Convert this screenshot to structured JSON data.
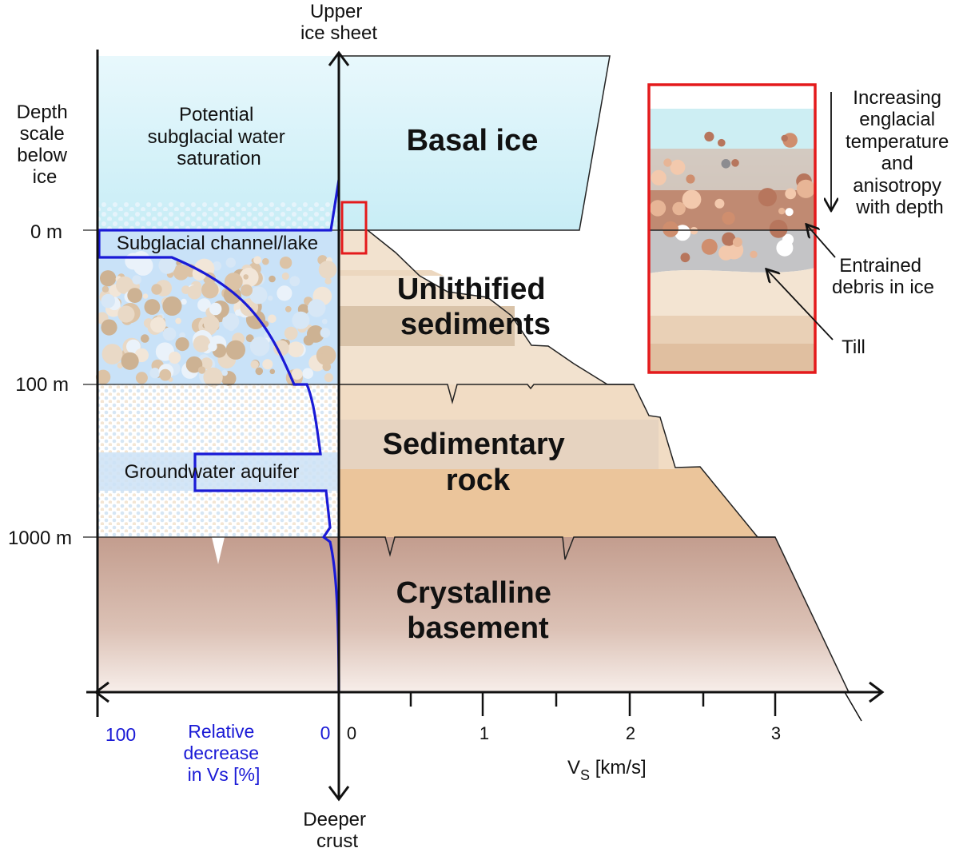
{
  "axis_vertical": {
    "top_label": [
      "Upper",
      "ice sheet"
    ],
    "bottom_label": [
      "Deeper",
      "crust"
    ]
  },
  "depth_scale": {
    "title": [
      "Depth",
      "scale",
      "below",
      "ice"
    ],
    "ticks": [
      "0 m",
      "100 m",
      "1000 m"
    ]
  },
  "left_panel": {
    "water_saturation": [
      "Potential",
      "subglacial water",
      "saturation"
    ],
    "channel": "Subglacial channel/lake",
    "aquifer": "Groundwater aquifer",
    "axis_left_value": "100",
    "axis_right_value": "0",
    "axis_label": [
      "Relative",
      "decrease",
      "in Vs [%]"
    ]
  },
  "layers": {
    "basal_ice": [
      "Basal ice"
    ],
    "unlithified": [
      "Unlithified",
      "sediments"
    ],
    "sedimentary": [
      "Sedimentary",
      "rock"
    ],
    "crystalline": [
      "Crystalline",
      "basement"
    ]
  },
  "vs_axis": {
    "ticks": [
      "0",
      "1",
      "2",
      "3"
    ],
    "label_main": "V",
    "label_sub": "S",
    "label_unit": " [km/s]"
  },
  "inset": {
    "trend_label": [
      "Increasing",
      "englacial",
      "temperature",
      "and",
      "anisotropy",
      "with depth"
    ],
    "debris_label": [
      "Entrained",
      "debris in ice"
    ],
    "till_label": "Till"
  },
  "colors": {
    "ice": "#d8f3f9",
    "water": "#bcd9f5",
    "sediment": "#efdcc6",
    "sediment_dark": "#d9c0a4",
    "sed_rock": "#eccaa2",
    "basement": "#c9a497",
    "curve": "#1a1ad6",
    "box": "#e41a1c"
  }
}
